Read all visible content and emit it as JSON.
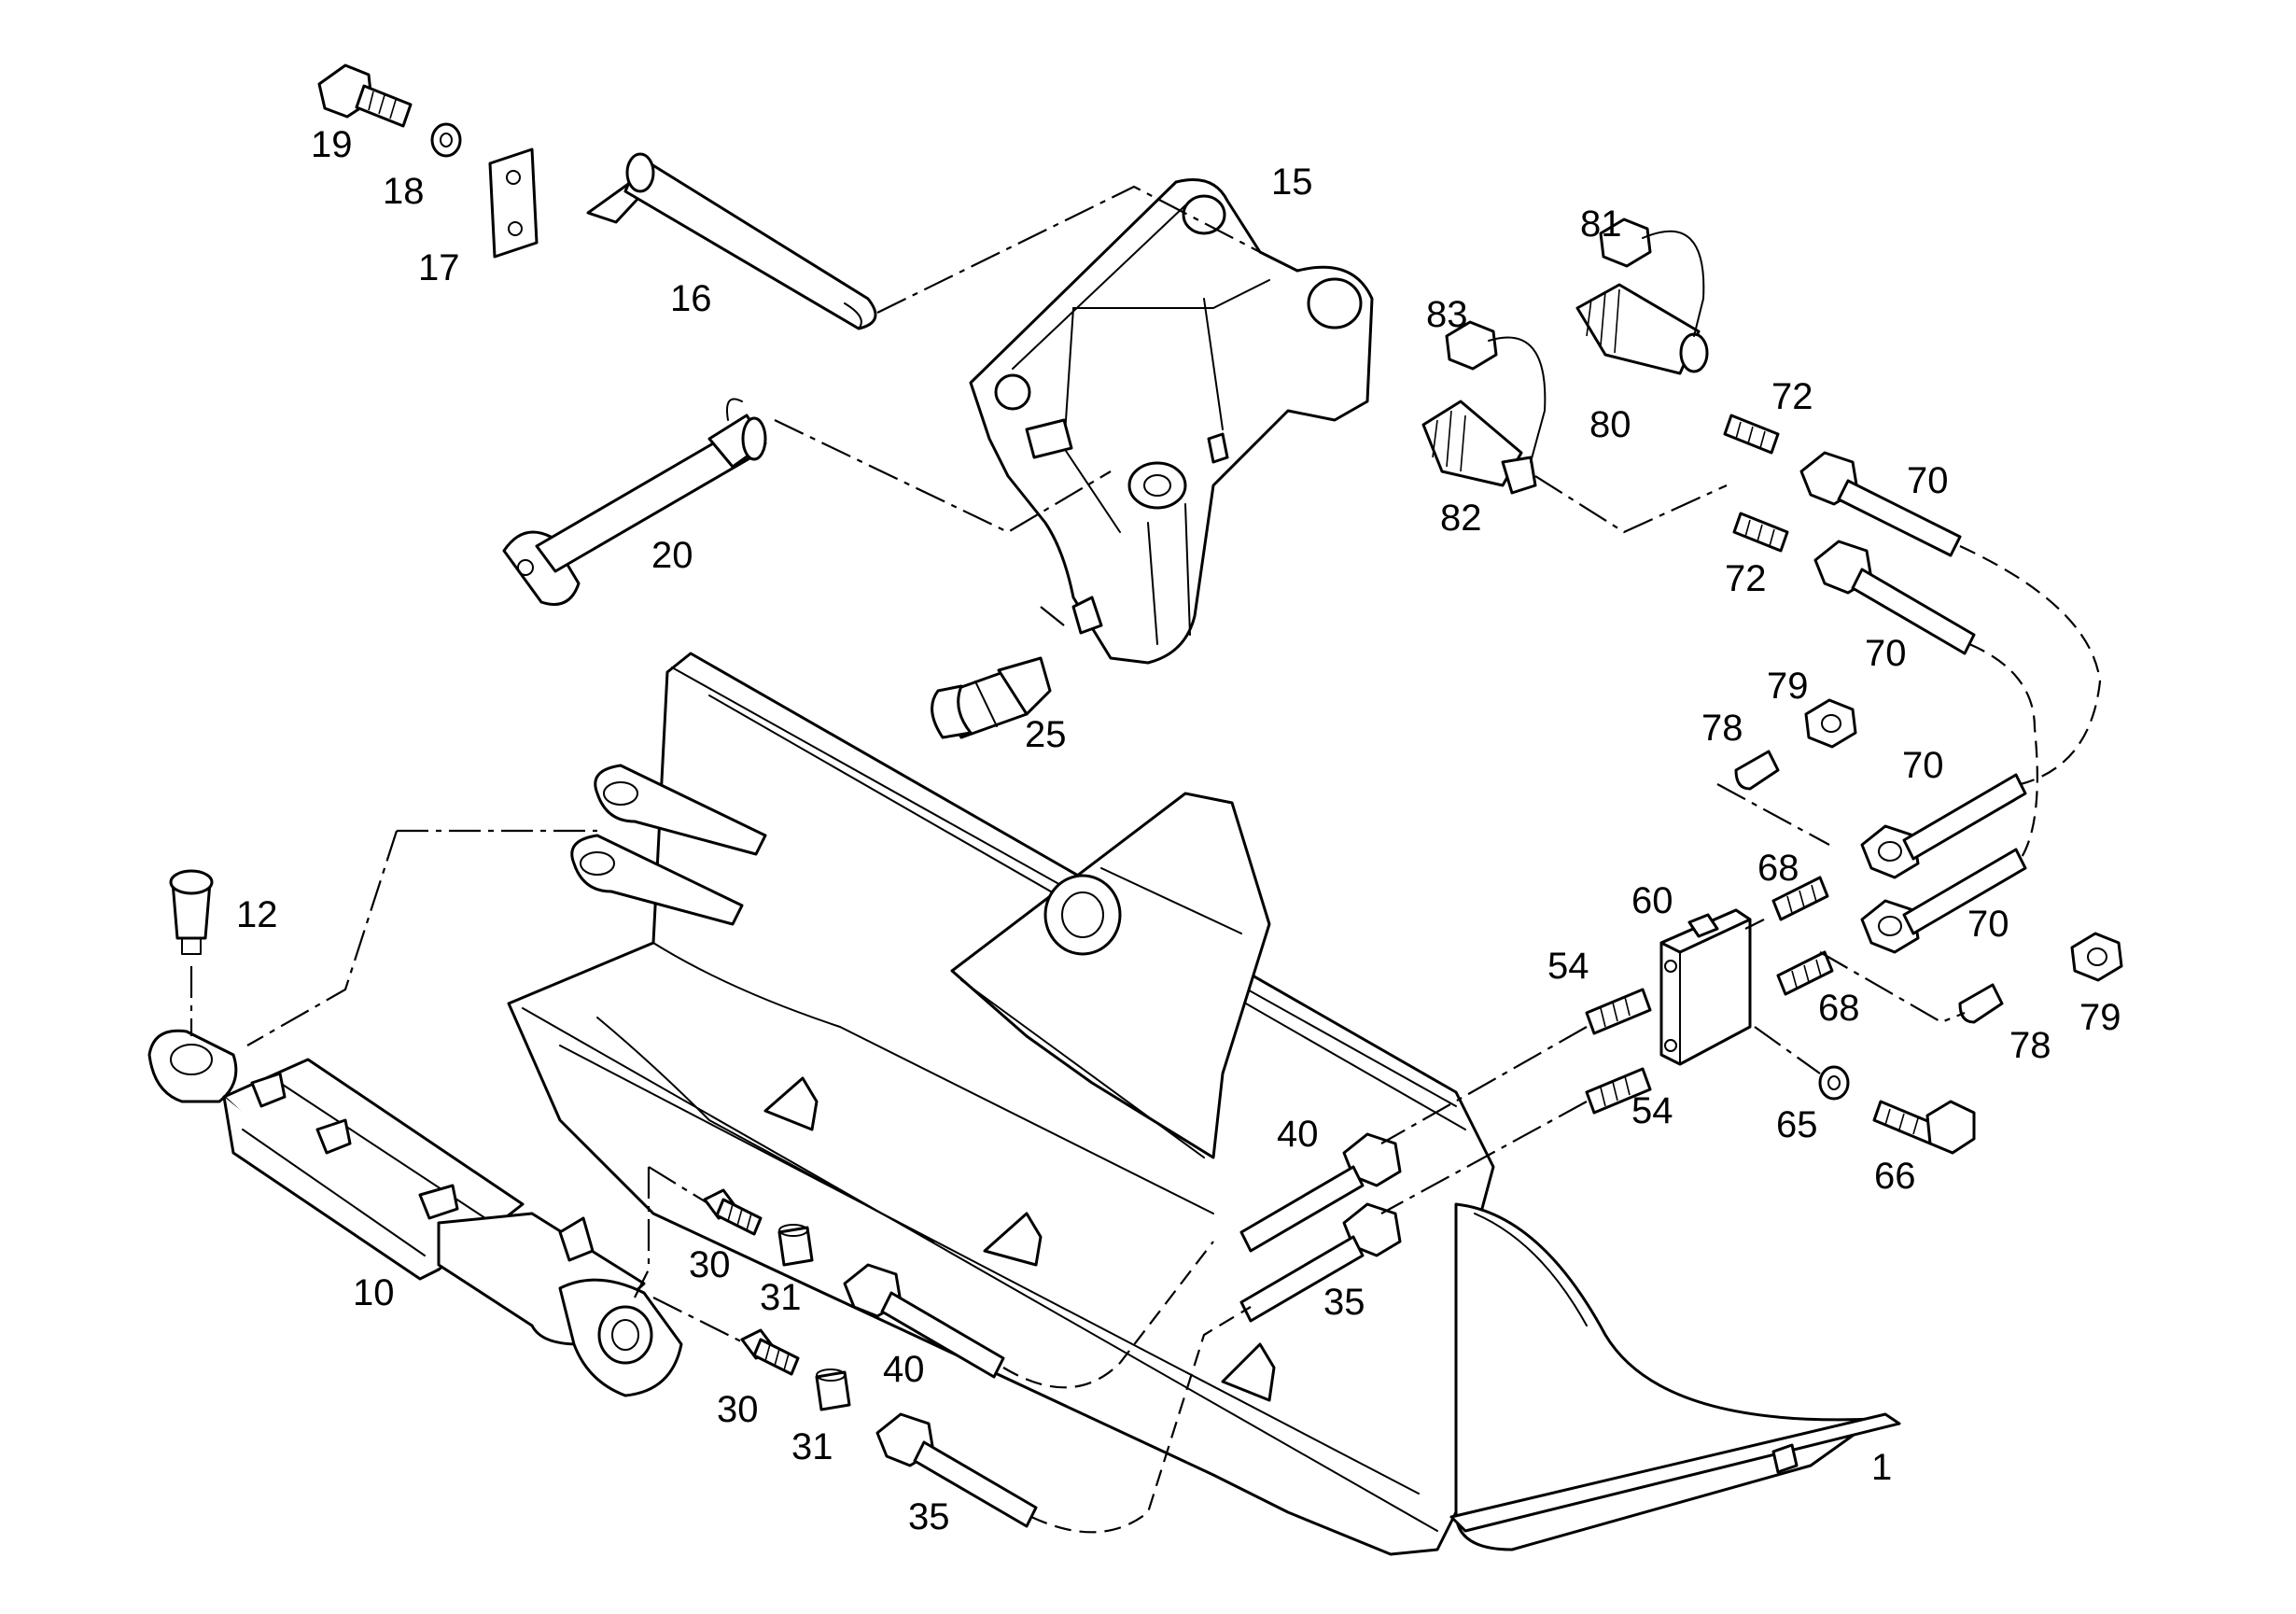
{
  "diagram": {
    "line_color": "#000000",
    "background": "#ffffff",
    "labels": {
      "p1": "1",
      "p10": "10",
      "p12": "12",
      "p15": "15",
      "p16": "16",
      "p17": "17",
      "p18": "18",
      "p19": "19",
      "p20": "20",
      "p25": "25",
      "p30a": "30",
      "p30b": "30",
      "p31a": "31",
      "p31b": "31",
      "p35a": "35",
      "p35b": "35",
      "p40a": "40",
      "p40b": "40",
      "p54a": "54",
      "p54b": "54",
      "p60": "60",
      "p65": "65",
      "p66": "66",
      "p68a": "68",
      "p68b": "68",
      "p70a": "70",
      "p70b": "70",
      "p70c": "70",
      "p70d": "70",
      "p72a": "72",
      "p72b": "72",
      "p78a": "78",
      "p78b": "78",
      "p79a": "79",
      "p79b": "79",
      "p80": "80",
      "p81": "81",
      "p82": "82",
      "p83": "83"
    }
  }
}
